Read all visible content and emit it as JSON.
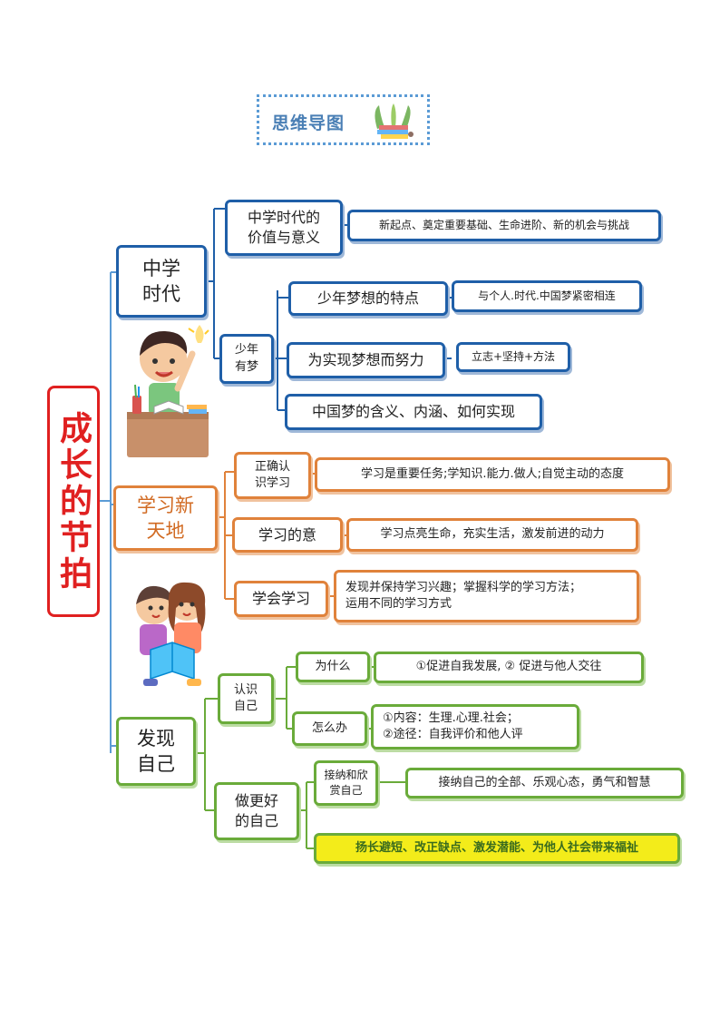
{
  "header": {
    "title": "思维导图"
  },
  "root": {
    "title": "成长的节拍"
  },
  "branches": [
    {
      "title": "中学\n时代",
      "children": [
        {
          "label": "中学时代的\n价值与意义",
          "detail": "新起点、奠定重要基础、生命进阶、新的机会与挑战"
        },
        {
          "label": "少年\n有梦",
          "children": [
            {
              "label": "少年梦想的特点",
              "detail": "与个人.时代.中国梦紧密相连"
            },
            {
              "label": "为实现梦想而努力",
              "detail": "立志+坚持+方法"
            },
            {
              "label": "中国梦的含义、内涵、如何实现",
              "detail": ""
            }
          ]
        }
      ]
    },
    {
      "title": "学习新\n天地",
      "children": [
        {
          "label": "正确认\n识学习",
          "detail": "学习是重要任务;学知识.能力.做人;自觉主动的态度"
        },
        {
          "label": "学习的意",
          "detail": "学习点亮生命，充实生活，激发前进的动力"
        },
        {
          "label": "学会学习",
          "detail": "发现并保持学习兴趣；掌握科学的学习方法；\n运用不同的学习方式"
        }
      ]
    },
    {
      "title": "发现\n自己",
      "children": [
        {
          "label": "认识\n自己",
          "children": [
            {
              "label": "为什么",
              "detail": "①促进自我发展, ② 促进与他人交往"
            },
            {
              "label": "怎么办",
              "detail": "①内容：生理.心理.社会；\n②途径：自我评价和他人评"
            }
          ]
        },
        {
          "label": "做更好\n的自己",
          "children": [
            {
              "label": "接纳和欣\n赏自己",
              "detail": "接纳自己的全部、乐观心态，勇气和智慧"
            },
            {
              "label": "",
              "detail": "扬长避短、改正缺点、激发潜能、为他人社会带来福祉"
            }
          ]
        }
      ]
    }
  ],
  "colors": {
    "blue": "#1f5fa8",
    "orange": "#e0823b",
    "green": "#6aab3a",
    "red": "#e02020",
    "highlight": "#f3ec1a"
  }
}
